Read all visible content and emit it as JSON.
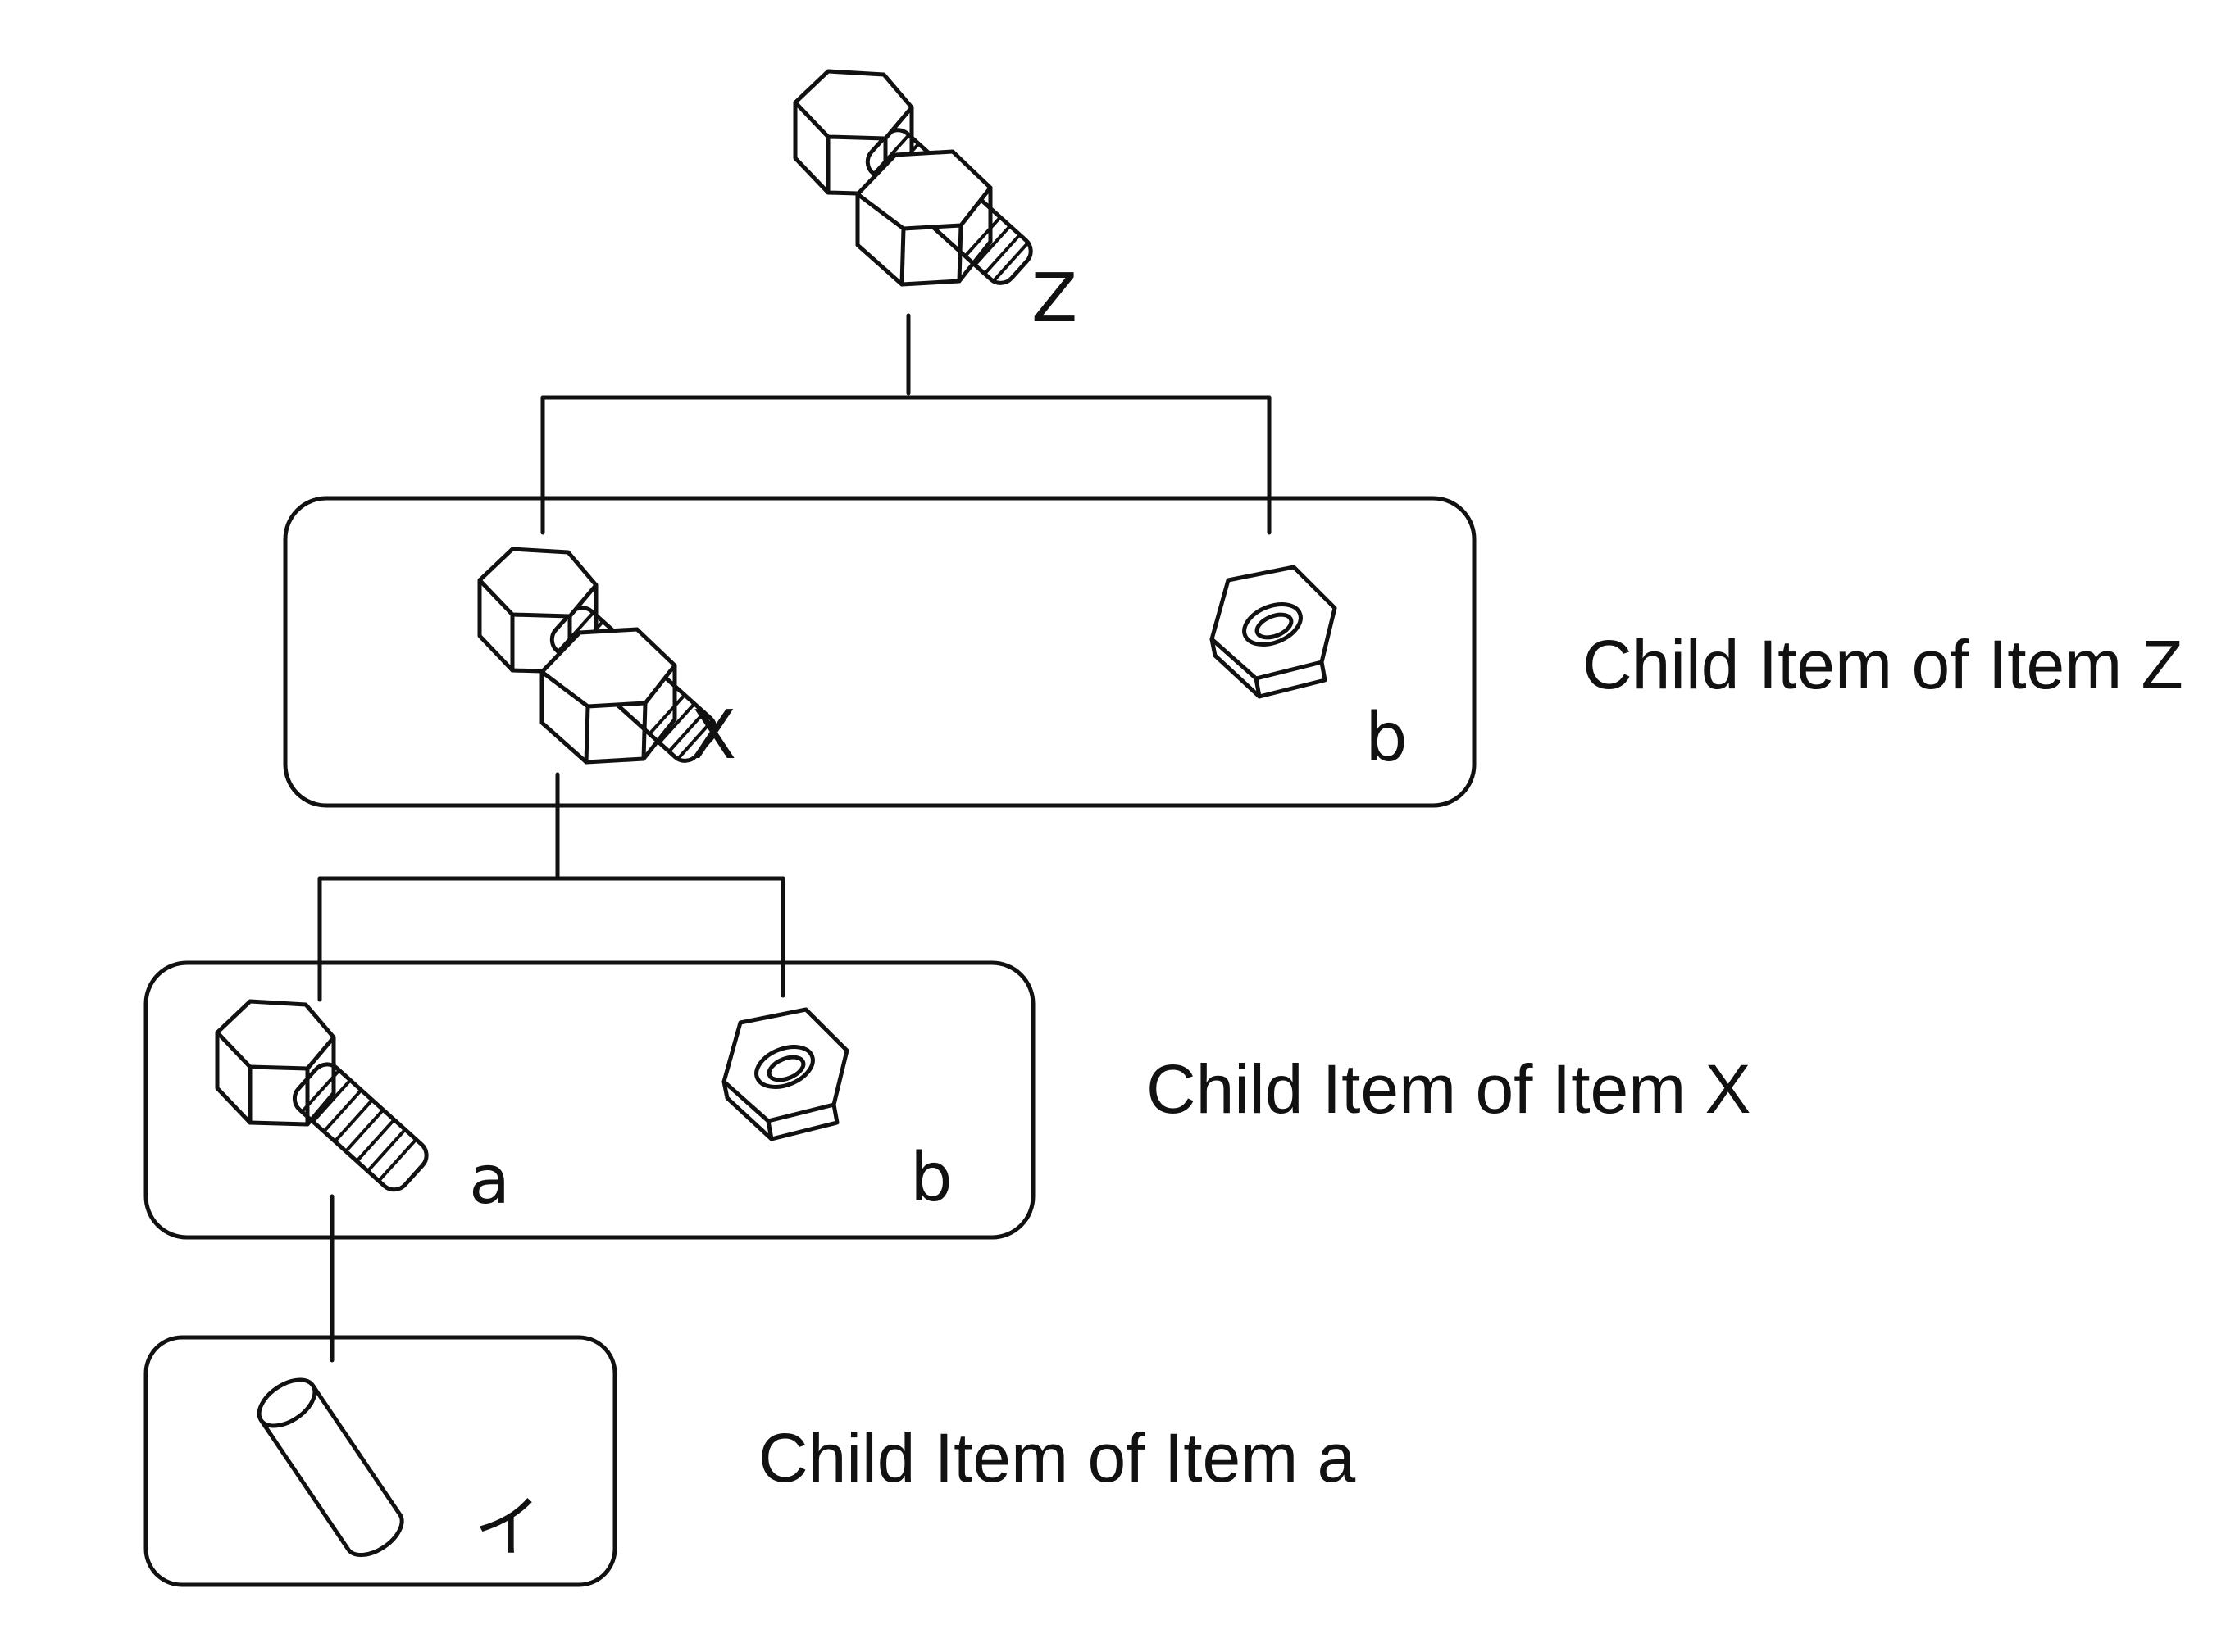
{
  "diagram": {
    "root": {
      "label": "Z",
      "icon": "bolt-with-nut-icon"
    },
    "groups": [
      {
        "caption": "Child Item of Item Z",
        "items": [
          {
            "label": "X",
            "icon": "bolt-with-nut-icon"
          },
          {
            "label": "b",
            "icon": "hex-nut-icon"
          }
        ]
      },
      {
        "caption": "Child Item of Item X",
        "items": [
          {
            "label": "a",
            "icon": "hex-bolt-icon"
          },
          {
            "label": "b",
            "icon": "hex-nut-icon"
          }
        ]
      },
      {
        "caption": "Child Item of Item a",
        "items": [
          {
            "label": "イ",
            "icon": "cylinder-rod-icon"
          }
        ]
      }
    ]
  }
}
